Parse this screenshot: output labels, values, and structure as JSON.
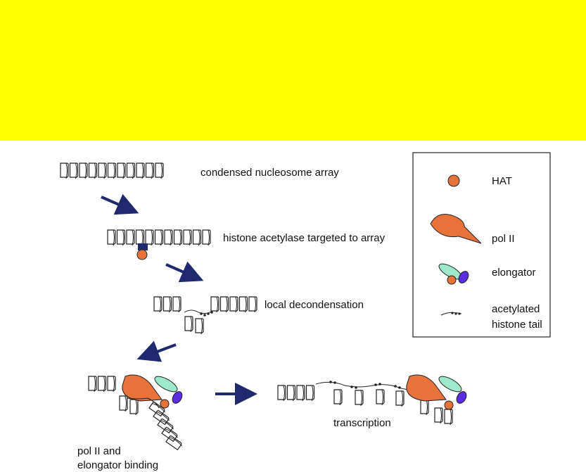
{
  "colors": {
    "banner": "#ffff00",
    "hat": "#e8733a",
    "pol2": "#e8733a",
    "elongator_teal": "#9ee8cc",
    "elongator_blue": "#5a2ee0",
    "arrow": "#1f2a6e",
    "outline": "#222222"
  },
  "steps": {
    "condensed": "condensed nucleosome array",
    "targeted": "histone acetylase targeted to array",
    "decondensation": "local decondensation",
    "binding_line1": "pol II and",
    "binding_line2": "elongator binding",
    "transcription": "transcription"
  },
  "legend": {
    "hat": "HAT",
    "pol2": "pol II",
    "elongator": "elongator",
    "tail_line1": "acetylated",
    "tail_line2": "histone tail"
  },
  "icons": {
    "nucleosome": "nucleosome-icon",
    "hat": "hat-icon",
    "pol2": "pol2-icon",
    "elongator": "elongator-icon",
    "tail": "acetylated-tail-icon",
    "arrow": "arrow-icon"
  }
}
